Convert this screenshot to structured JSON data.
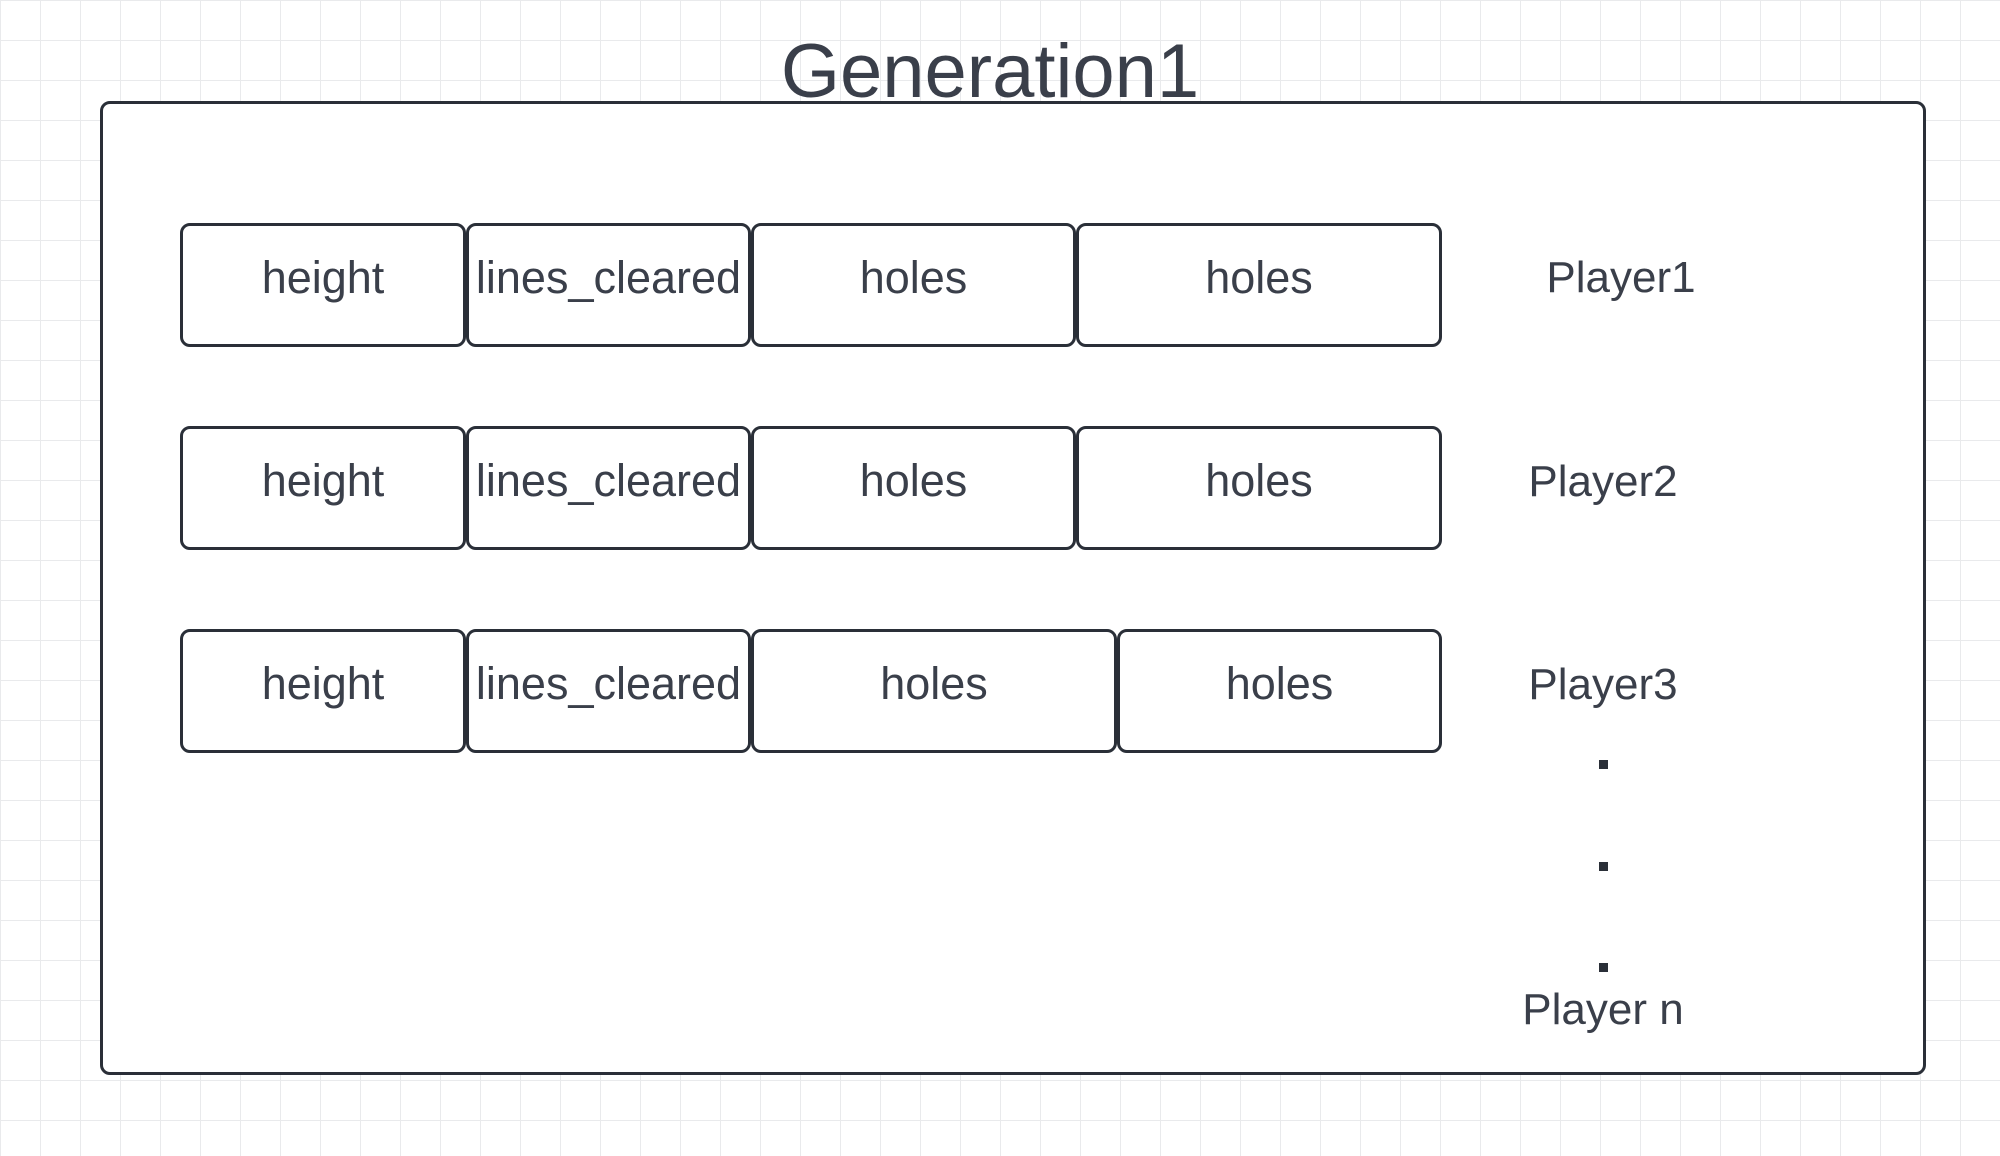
{
  "diagram": {
    "title": "Generation1",
    "rows": [
      {
        "cells": [
          "height",
          "lines_cleared",
          "holes",
          "holes"
        ],
        "player": "Player1"
      },
      {
        "cells": [
          "height",
          "lines_cleared",
          "holes",
          "holes"
        ],
        "player": "Player2"
      },
      {
        "cells": [
          "height",
          "lines_cleared",
          "holes",
          "holes"
        ],
        "player": "Player3"
      }
    ],
    "ellipsis_dots": 3,
    "last_player": "Player n"
  },
  "colors": {
    "stroke": "#2a2f38",
    "text": "#3a3f4a",
    "grid": "#e9eaec",
    "background": "#ffffff"
  }
}
